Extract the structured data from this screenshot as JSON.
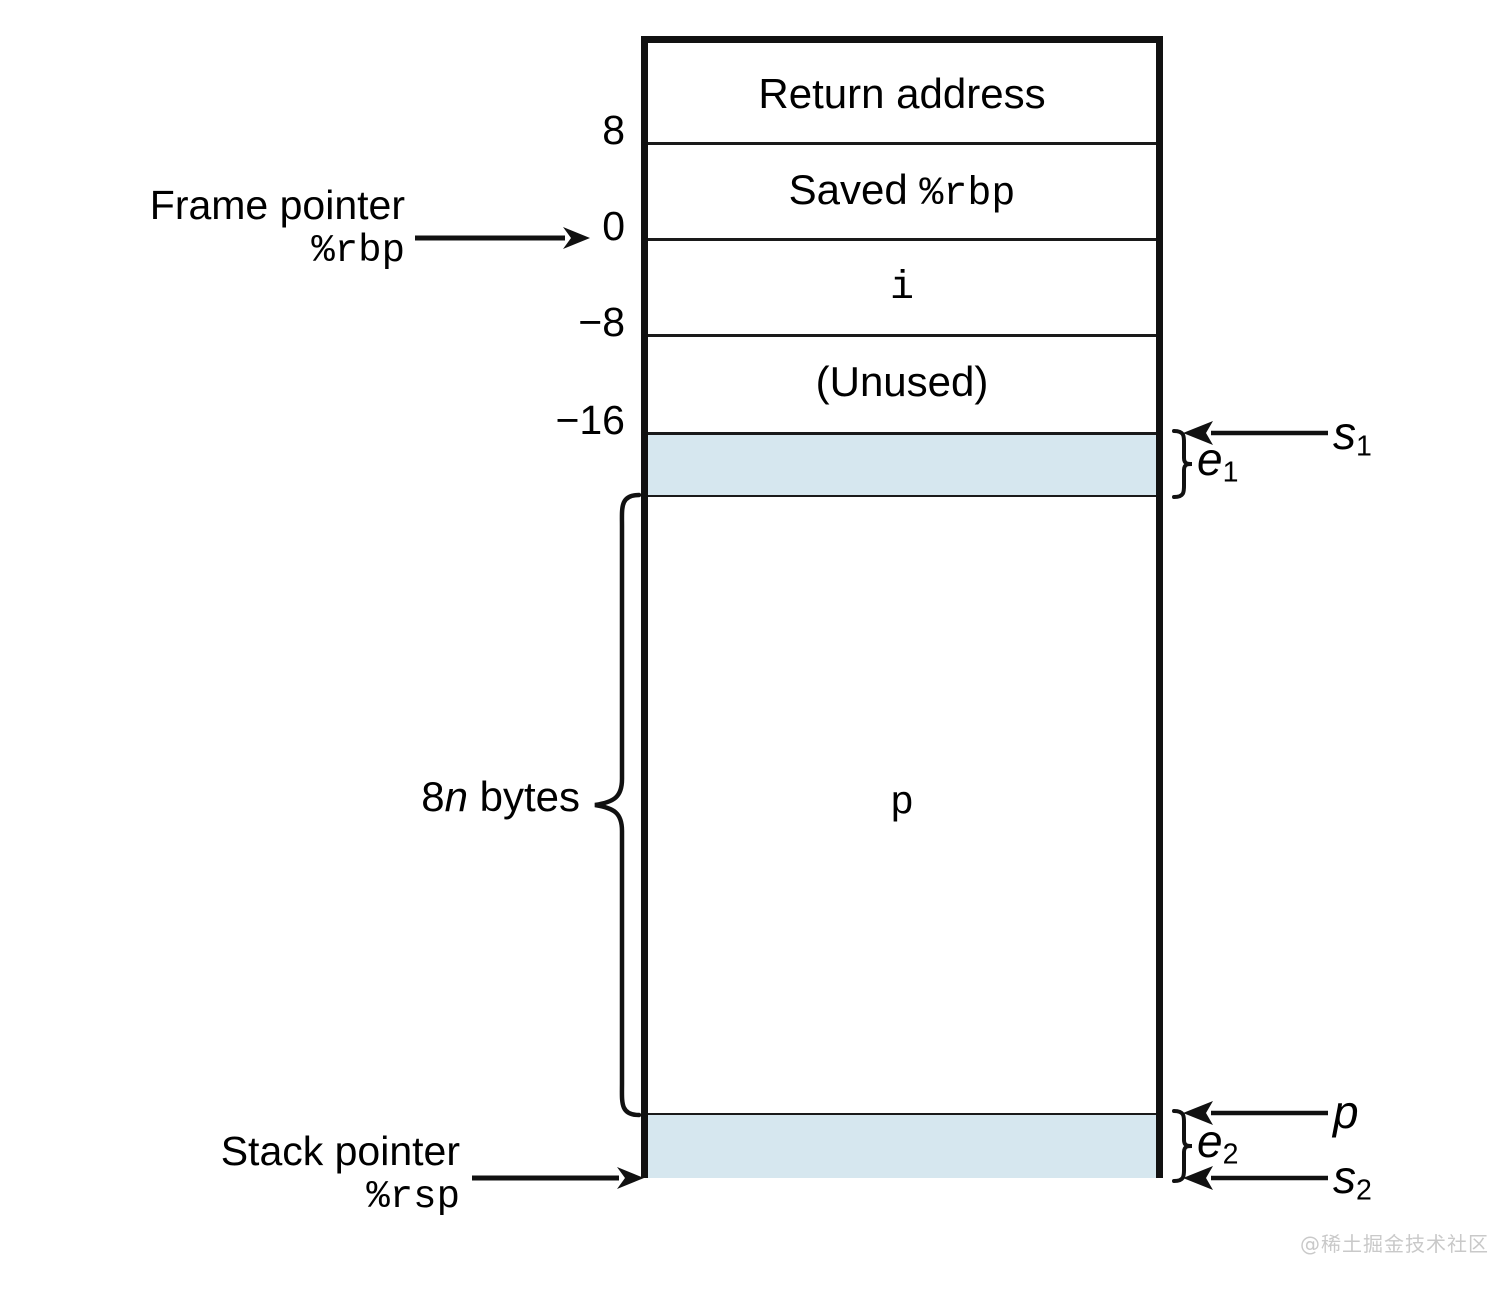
{
  "diagram": {
    "title": "x86-64 stack frame layout with variable-size allocation",
    "colors": {
      "shade": "#d6e7ef",
      "stroke": "#111111",
      "background": "#ffffff",
      "watermark": "#c9c9c9"
    }
  },
  "stack_cells": [
    {
      "id": "return-address",
      "label": "Return address",
      "font": "sans",
      "shaded": false
    },
    {
      "id": "saved-rbp",
      "label": "Saved %rbp",
      "font": "mixed",
      "shaded": false
    },
    {
      "id": "variable-i",
      "label": "i",
      "font": "mono",
      "shaded": false
    },
    {
      "id": "unused",
      "label": "(Unused)",
      "font": "sans",
      "shaded": false
    },
    {
      "id": "e1-region",
      "label": "",
      "font": "sans",
      "shaded": true
    },
    {
      "id": "variable-p",
      "label": "p",
      "font": "mono",
      "shaded": false
    },
    {
      "id": "e2-region",
      "label": "",
      "font": "sans",
      "shaded": true
    }
  ],
  "saved_rbp": {
    "prefix": "Saved ",
    "register": "%rbp"
  },
  "offsets": [
    {
      "id": "offset-8",
      "value": "8"
    },
    {
      "id": "offset-0",
      "value": "0"
    },
    {
      "id": "offset-neg8",
      "value": "−8"
    },
    {
      "id": "offset-neg16",
      "value": "−16"
    }
  ],
  "pointers": {
    "frame_pointer": {
      "line1": "Frame pointer",
      "line2": "%rbp"
    },
    "stack_pointer": {
      "line1": "Stack pointer",
      "line2": "%rsp"
    }
  },
  "size_annotation": {
    "prefix": "8",
    "variable": "n",
    "suffix": " bytes"
  },
  "right_annotations": [
    {
      "id": "brace-e1",
      "base": "e",
      "subscript": "1",
      "kind": "brace-label"
    },
    {
      "id": "arrow-s1",
      "base": "s",
      "subscript": "1",
      "kind": "arrow-label"
    },
    {
      "id": "brace-e2",
      "base": "e",
      "subscript": "2",
      "kind": "brace-label"
    },
    {
      "id": "arrow-p",
      "base": "p",
      "subscript": "",
      "kind": "arrow-label"
    },
    {
      "id": "arrow-s2",
      "base": "s",
      "subscript": "2",
      "kind": "arrow-label"
    }
  ],
  "watermark": {
    "text": "@稀土掘金技术社区"
  }
}
